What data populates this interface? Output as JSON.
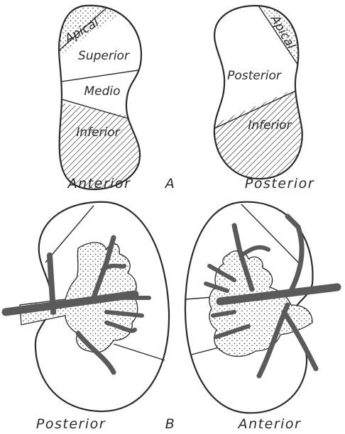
{
  "panel_a": {
    "left_kidney": {
      "segments": {
        "apical": "Apical",
        "superior": "Superior",
        "medio": "Medio",
        "inferior": "Inferior"
      },
      "caption": "Anterior"
    },
    "right_kidney": {
      "segments": {
        "apical": "Apical",
        "posterior": "Posterior",
        "inferior": "Inferior"
      },
      "caption": "Posterior"
    },
    "panel_letter": "A"
  },
  "panel_b": {
    "left_caption": "Posterior",
    "right_caption": "Anterior",
    "panel_letter": "B"
  }
}
